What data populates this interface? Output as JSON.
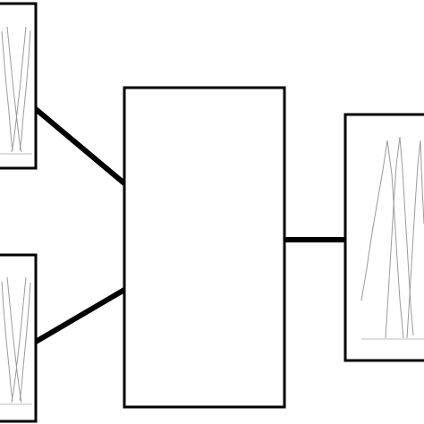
{
  "diagram": {
    "colors": {
      "background": "#ffffff",
      "stroke": "#000000",
      "curve": "#9a9a9a",
      "baseline": "#bdbdbd"
    },
    "nodes": [
      {
        "id": "input-top",
        "role": "membership-function-plot",
        "label": ""
      },
      {
        "id": "input-bottom",
        "role": "membership-function-plot",
        "label": ""
      },
      {
        "id": "processor",
        "role": "block",
        "label": ""
      },
      {
        "id": "output",
        "role": "membership-function-plot",
        "label": ""
      }
    ],
    "edges": [
      {
        "from": "input-top",
        "to": "processor"
      },
      {
        "from": "input-bottom",
        "to": "processor"
      },
      {
        "from": "processor",
        "to": "output"
      }
    ]
  }
}
